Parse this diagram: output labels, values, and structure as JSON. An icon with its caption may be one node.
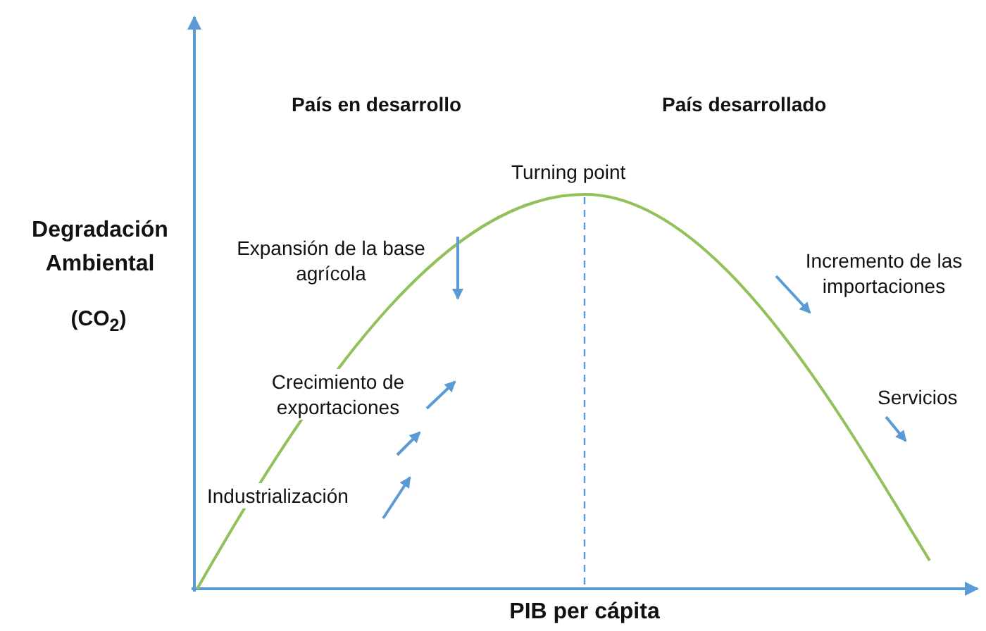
{
  "diagram": {
    "labels": [
      "País en desarrollo",
      "País desarrollado",
      "Turning point",
      "Degradación Ambiental",
      "(CO$_{2}$)",
      "Expansión de la base agrícola",
      "Incremento de las importaciones",
      "Crecimiento de exportaciones",
      "Servicios",
      "Industrialización",
      "PIB per cápita"
    ]
  }
}
